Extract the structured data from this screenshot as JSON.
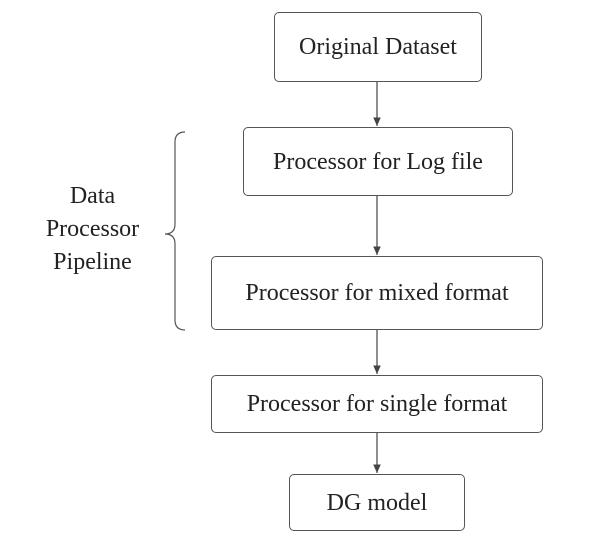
{
  "diagram": {
    "nodes": [
      {
        "id": "original",
        "label": "Original Dataset"
      },
      {
        "id": "log",
        "label": "Processor for Log file"
      },
      {
        "id": "mixed",
        "label": "Processor for mixed format"
      },
      {
        "id": "single",
        "label": "Processor for single format"
      },
      {
        "id": "dg",
        "label": "DG model"
      }
    ],
    "edges": [
      {
        "from": "original",
        "to": "log"
      },
      {
        "from": "log",
        "to": "mixed"
      },
      {
        "from": "mixed",
        "to": "single"
      },
      {
        "from": "single",
        "to": "dg"
      }
    ],
    "group": {
      "label_lines": [
        "Data",
        "Processor",
        "Pipeline"
      ],
      "members": [
        "log",
        "mixed"
      ]
    },
    "colors": {
      "stroke": "#555555",
      "text": "#222222",
      "background": "#ffffff"
    }
  }
}
